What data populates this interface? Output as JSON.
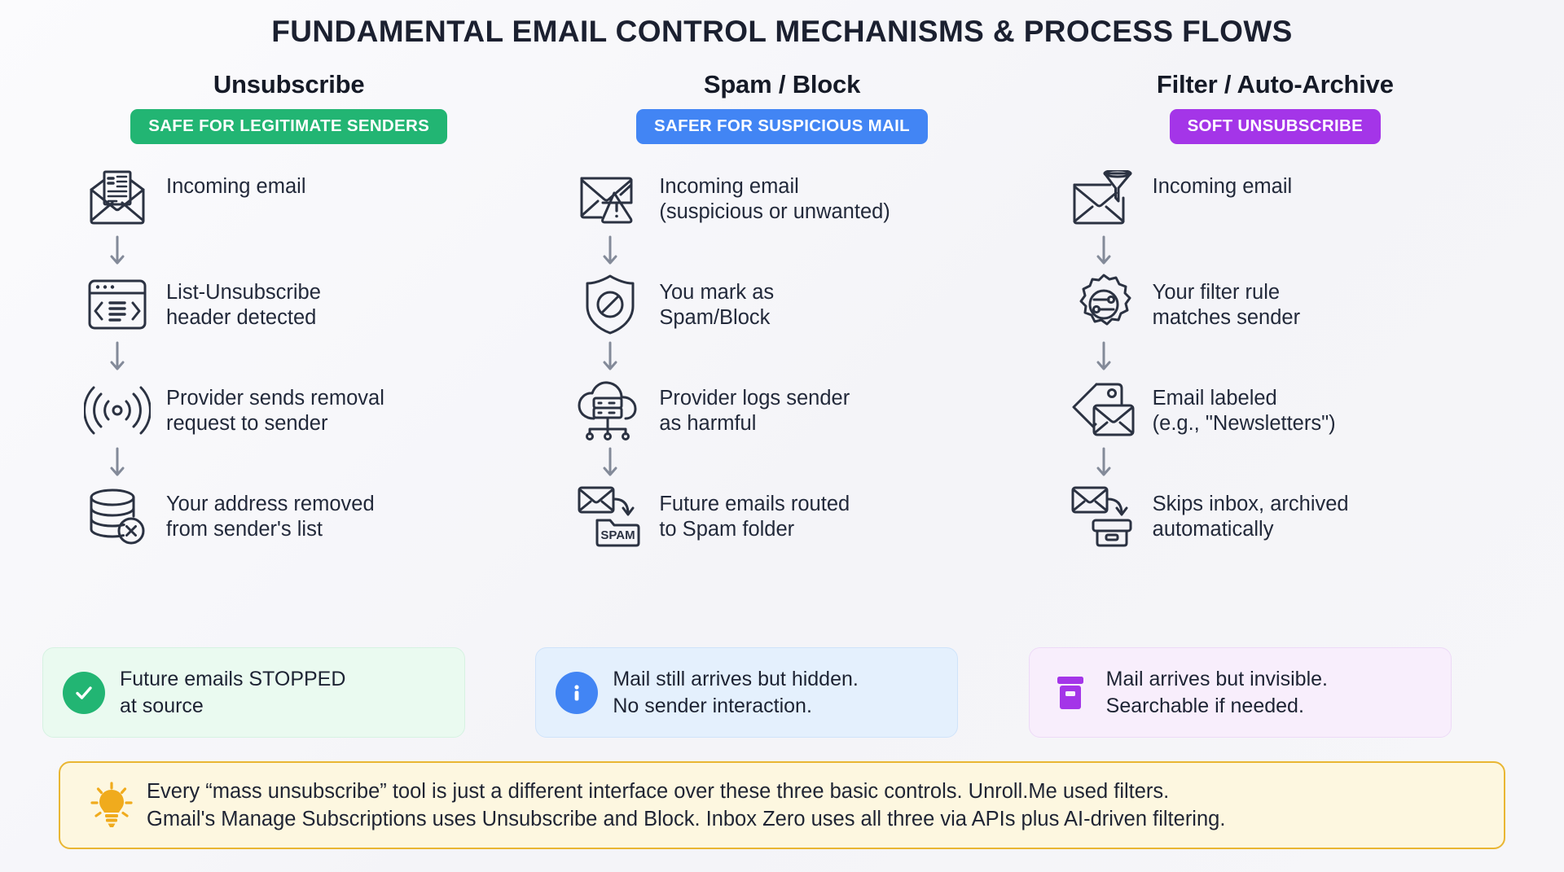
{
  "title": "FUNDAMENTAL EMAIL CONTROL MECHANISMS & PROCESS FLOWS",
  "colors": {
    "background": "#f6f6f9",
    "green": "#22b573",
    "blue": "#4285f4",
    "purple": "#a435e8",
    "icon_stroke": "#2b3242",
    "footer_border": "#e9b633",
    "footer_bg": "#fdf7e0",
    "bulb": "#f0ab1d"
  },
  "columns": [
    {
      "heading": "Unsubscribe",
      "badge": {
        "label": "SAFE FOR LEGITIMATE SENDERS",
        "color": "#22b573"
      },
      "steps": [
        {
          "icon": "newsletter-envelope-icon",
          "text": "Incoming email"
        },
        {
          "icon": "code-window-icon",
          "text": "List-Unsubscribe\nheader detected"
        },
        {
          "icon": "broadcast-signal-icon",
          "text": "Provider sends removal\nrequest to sender"
        },
        {
          "icon": "database-remove-icon",
          "text": "Your address removed\nfrom sender's list"
        }
      ],
      "outcome": {
        "style": "green",
        "icon": "check-circle-icon",
        "icon_color": "#22b573",
        "text": "Future emails STOPPED\nat source"
      }
    },
    {
      "heading": "Spam / Block",
      "badge": {
        "label": "SAFER FOR SUSPICIOUS MAIL",
        "color": "#4285f4"
      },
      "steps": [
        {
          "icon": "envelope-warning-icon",
          "text": "Incoming email\n(suspicious or unwanted)"
        },
        {
          "icon": "shield-block-icon",
          "text": "You mark as\nSpam/Block"
        },
        {
          "icon": "cloud-server-icon",
          "text": "Provider logs sender\nas harmful"
        },
        {
          "icon": "envelope-to-spam-folder-icon",
          "text": "Future emails routed\nto Spam folder",
          "folder_label": "SPAM"
        }
      ],
      "outcome": {
        "style": "blue",
        "icon": "info-circle-icon",
        "icon_color": "#4285f4",
        "text": "Mail still arrives but hidden.\nNo sender interaction."
      }
    },
    {
      "heading": "Filter / Auto-Archive",
      "badge": {
        "label": "SOFT UNSUBSCRIBE",
        "color": "#a435e8"
      },
      "steps": [
        {
          "icon": "envelope-funnel-icon",
          "text": "Incoming email"
        },
        {
          "icon": "gear-sliders-icon",
          "text": "Your filter rule\nmatches sender"
        },
        {
          "icon": "tag-envelope-icon",
          "text": "Email labeled\n(e.g., \"Newsletters\")"
        },
        {
          "icon": "envelope-to-archive-icon",
          "text": "Skips inbox, archived\nautomatically"
        }
      ],
      "outcome": {
        "style": "purple",
        "icon": "archive-box-icon",
        "icon_color": "#a435e8",
        "text": "Mail arrives but invisible.\nSearchable if needed."
      }
    }
  ],
  "footer": {
    "icon": "lightbulb-icon",
    "text": "Every “mass unsubscribe” tool is just a different interface over these three basic controls. Unroll.Me used filters.\nGmail's Manage Subscriptions uses Unsubscribe and Block. Inbox Zero uses all three via APIs plus AI-driven filtering."
  }
}
